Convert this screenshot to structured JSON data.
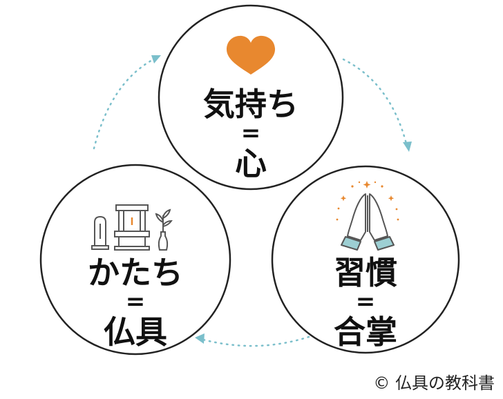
{
  "colors": {
    "circle_stroke": "#222222",
    "arrow": "#7bbfcb",
    "heart": "#e8882f",
    "sparkle": "#e8882f",
    "cuff": "#9dcfd3",
    "icon_line": "#555555"
  },
  "nodes": [
    {
      "id": "kimochi",
      "icon": "heart-icon",
      "title": "気持ち",
      "equals": "=",
      "subtitle": "心"
    },
    {
      "id": "shukan",
      "icon": "praying-hands-icon",
      "title": "習慣",
      "equals": "=",
      "subtitle": "合掌"
    },
    {
      "id": "katachi",
      "icon": "altar-items-icon",
      "title": "かたち",
      "equals": "=",
      "subtitle": "仏具"
    }
  ],
  "arrows": [
    {
      "from": "katachi",
      "to": "kimochi"
    },
    {
      "from": "kimochi",
      "to": "shukan"
    },
    {
      "from": "shukan",
      "to": "katachi"
    }
  ],
  "credit": "© 仏具の教科書"
}
